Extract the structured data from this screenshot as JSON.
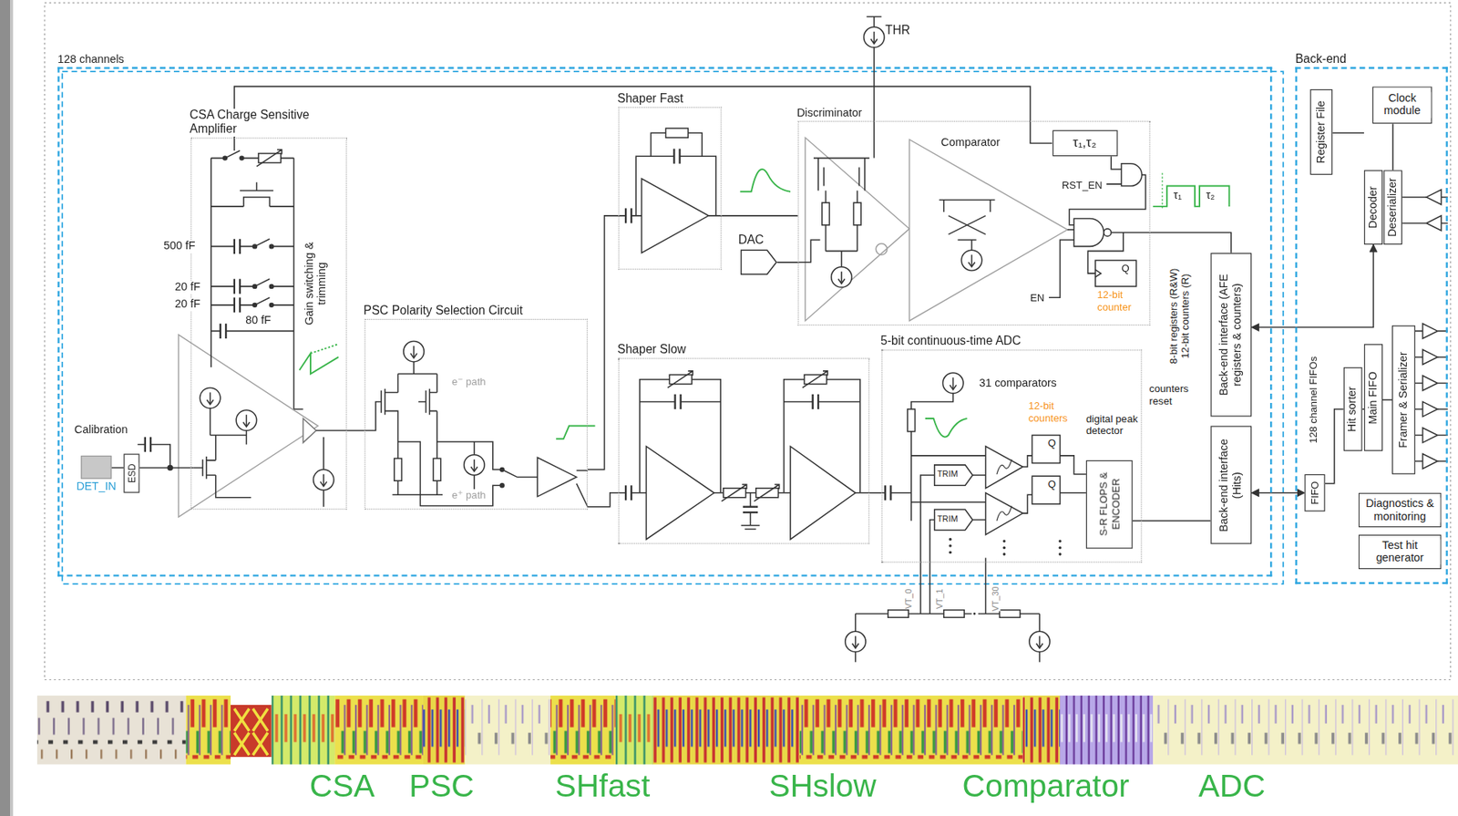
{
  "diagram": {
    "nodes": [
      {
        "text": [
          "128 channels"
        ]
      },
      {
        "text": [
          "Back-end"
        ]
      },
      {
        "text": [
          "CSA Charge Sensitive Amplifier"
        ],
        "in": 0
      },
      {
        "text": [
          "PSC Polarity Selection Circuit"
        ],
        "in": 0
      },
      {
        "text": [
          "Shaper Fast"
        ],
        "in": 0
      },
      {
        "text": [
          "Discriminator"
        ],
        "in": 0
      },
      {
        "text": [
          "τ₁,τ₂"
        ],
        "in": 5
      },
      {
        "text": [
          "DAC"
        ],
        "in": 0
      },
      {
        "text": [
          "Shaper Slow"
        ],
        "in": 0
      },
      {
        "text": [
          "5-bit continuous-time ADC"
        ],
        "in": 0
      },
      {
        "text": [
          "S-R FLOPS & ENCODER"
        ],
        "in": 9
      },
      {
        "text": [
          "Back-end interface (AFE registers & counters)"
        ],
        "in": 0
      },
      {
        "text": [
          "Back-end interface (Hits)"
        ],
        "in": 0
      },
      {
        "text": [
          "DET_IN"
        ],
        "in": 0
      },
      {
        "text": [
          "ESD"
        ],
        "in": 0
      },
      {
        "text": [
          "Register File"
        ],
        "in": 1
      },
      {
        "text": [
          "Clock module"
        ],
        "in": 1
      },
      {
        "text": [
          "Decoder"
        ],
        "in": 1
      },
      {
        "text": [
          "Deserializer"
        ],
        "in": 1
      },
      {
        "text": [
          "FIFO"
        ],
        "in": 1
      },
      {
        "text": [
          "Hit sorter"
        ],
        "in": 1
      },
      {
        "text": [
          "Main FIFO"
        ],
        "in": 1
      },
      {
        "text": [
          "Framer & Serializer"
        ],
        "in": 1
      },
      {
        "text": [
          "Diagnostics & monitoring"
        ],
        "in": 1
      },
      {
        "text": [
          "Test hit generator"
        ],
        "in": 1
      }
    ],
    "edges": [
      {
        "from": 13,
        "to": 14,
        "arrow": "none"
      },
      {
        "from": 14,
        "to": 2,
        "arrow": "none"
      },
      {
        "from": 2,
        "to": 3,
        "arrow": "none"
      },
      {
        "from": 3,
        "to": 4,
        "arrow": "none"
      },
      {
        "from": 3,
        "to": 8,
        "arrow": "none"
      },
      {
        "from": 4,
        "to": 5,
        "arrow": "none"
      },
      {
        "from": 7,
        "to": 5,
        "arrow": "none"
      },
      {
        "from": 8,
        "to": 9,
        "arrow": "none"
      },
      {
        "from": 9,
        "to": 12,
        "arrow": "none"
      },
      {
        "from": 5,
        "to": 11,
        "arrow": "none"
      },
      {
        "from": 11,
        "to": 17,
        "arrow": "both"
      },
      {
        "from": 12,
        "to": 19,
        "arrow": "both"
      },
      {
        "from": 19,
        "to": 20,
        "arrow": "none"
      },
      {
        "from": 20,
        "to": 21,
        "arrow": "none"
      },
      {
        "from": 21,
        "to": 22,
        "arrow": "none"
      },
      {
        "from": 16,
        "to": 18,
        "arrow": "none"
      },
      {
        "from": 15,
        "to": 17,
        "arrow": "none"
      },
      {
        "from": 6,
        "to": 2,
        "arrow": "to"
      }
    ],
    "labels": [
      "THR",
      "Calibration",
      "500 fF",
      "20 fF",
      "20 fF",
      "80 fF",
      "Gain switching & trimming",
      "e⁻ path",
      "e⁺ path",
      "Comparator",
      "RST_EN",
      "EN",
      "Q",
      "12-bit counter",
      "τ₁",
      "τ₂",
      "31 comparators",
      "12-bit counters",
      "digital peak detector",
      "TRIM",
      "TRIM",
      "Q",
      "Q",
      "VT_0",
      "VT_1",
      "VT_30",
      "8-bit registers (R&W) 12-bit counters (R)",
      "counters reset",
      "128 channel FIFOs",
      "CSA",
      "PSC",
      "SHfast",
      "SHslow",
      "Comparator",
      "ADC"
    ]
  }
}
